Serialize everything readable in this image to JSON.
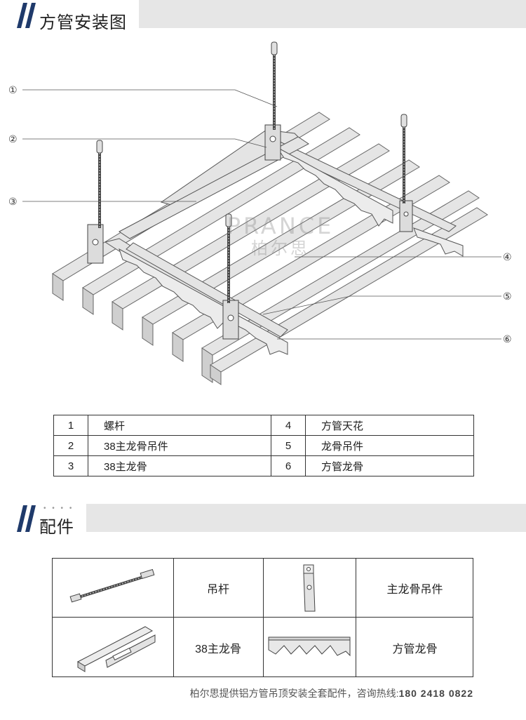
{
  "header1": {
    "title": "方管安装图"
  },
  "diagram": {
    "callouts": [
      "①",
      "②",
      "③",
      "④",
      "⑤",
      "⑥"
    ],
    "watermark_brand": "PRANCE",
    "watermark_cn": "柏尔思"
  },
  "parts_table": {
    "rows": [
      {
        "n1": "1",
        "name1": "螺杆",
        "n2": "4",
        "name2": "方管天花"
      },
      {
        "n1": "2",
        "name1": "38主龙骨吊件",
        "n2": "5",
        "name2": "龙骨吊件"
      },
      {
        "n1": "3",
        "name1": "38主龙骨",
        "n2": "6",
        "name2": "方管龙骨"
      }
    ]
  },
  "header2": {
    "title": "配件",
    "dots": "• • • •"
  },
  "accessories": {
    "items": [
      {
        "label": "吊杆",
        "icon": "threaded-rod-icon"
      },
      {
        "label": "主龙骨吊件",
        "icon": "main-keel-hanger-icon"
      },
      {
        "label": "38主龙骨",
        "icon": "main-keel-icon"
      },
      {
        "label": "方管龙骨",
        "icon": "tube-keel-icon"
      }
    ]
  },
  "footer": {
    "text": "柏尔思提供铝方管吊顶安装全套配件，咨询热线:",
    "phone": "180 2418 0822"
  }
}
